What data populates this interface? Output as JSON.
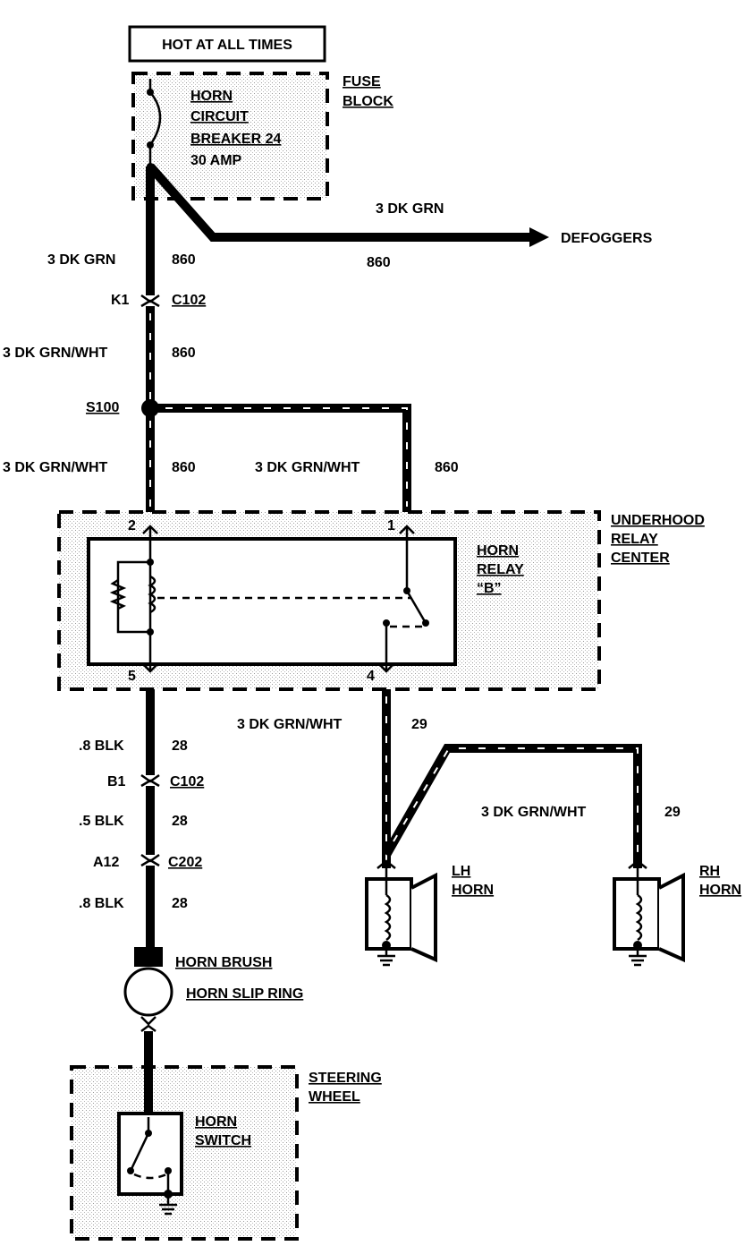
{
  "power": {
    "label": "HOT AT ALL TIMES"
  },
  "fuse_block": {
    "title_1": "FUSE",
    "title_2": "BLOCK",
    "breaker_1": "HORN",
    "breaker_2": "CIRCUIT",
    "breaker_3": "BREAKER 24",
    "breaker_4": "30 AMP"
  },
  "defog": {
    "wire": "3 DK GRN",
    "circuit": "860",
    "label": "DEFOGGERS"
  },
  "wire_top": {
    "wire": "3 DK GRN",
    "circuit": "860"
  },
  "c102_top": {
    "pin": "K1",
    "name": "C102"
  },
  "wire_k1": {
    "wire": "3 DK GRN/WHT",
    "circuit": "860"
  },
  "splice": {
    "name": "S100"
  },
  "wire_left": {
    "wire": "3 DK GRN/WHT",
    "circuit": "860"
  },
  "wire_right": {
    "wire": "3 DK GRN/WHT",
    "circuit": "860"
  },
  "relay_center": {
    "title_1": "UNDERHOOD",
    "title_2": "RELAY",
    "title_3": "CENTER",
    "relay_1": "HORN",
    "relay_2": "RELAY",
    "relay_3": "“B”",
    "pin2": "2",
    "pin1": "1",
    "pin5": "5",
    "pin4": "4"
  },
  "horn_wire": {
    "wire": "3 DK GRN/WHT",
    "circuit": "29"
  },
  "rh_wire": {
    "wire": "3 DK GRN/WHT",
    "circuit": "29"
  },
  "lh_horn": {
    "l1": "LH",
    "l2": "HORN"
  },
  "rh_horn": {
    "l1": "RH",
    "l2": "HORN"
  },
  "blk1": {
    "wire": ".8 BLK",
    "circuit": "28"
  },
  "c102_bot": {
    "pin": "B1",
    "name": "C102"
  },
  "blk2": {
    "wire": ".5 BLK",
    "circuit": "28"
  },
  "c202": {
    "pin": "A12",
    "name": "C202"
  },
  "blk3": {
    "wire": ".8 BLK",
    "circuit": "28"
  },
  "horn_brush": {
    "label": "HORN BRUSH"
  },
  "slip_ring": {
    "label": "HORN SLIP RING"
  },
  "steering": {
    "l1": "STEERING",
    "l2": "WHEEL"
  },
  "horn_switch": {
    "l1": "HORN",
    "l2": "SWITCH"
  }
}
